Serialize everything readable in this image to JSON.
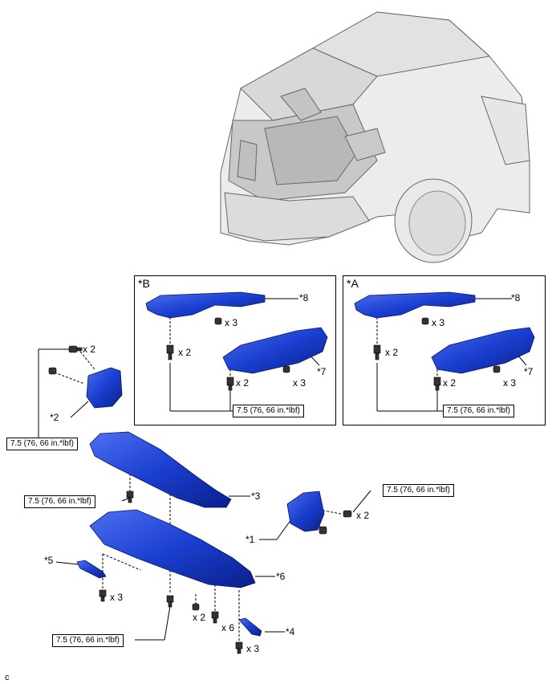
{
  "labels": {
    "p1": "*1",
    "p2": "*2",
    "p3": "*3",
    "p4": "*4",
    "p5": "*5",
    "p6": "*6",
    "p7": "*7",
    "p8": "*8"
  },
  "views": {
    "b": "*B",
    "a": "*A"
  },
  "torque": "7.5 (76, 66 in.*lbf)",
  "qty": {
    "x2": "x 2",
    "x3": "x 3",
    "x6": "x 6"
  },
  "footer": "c",
  "colors": {
    "part_fill": "#1a3fd0",
    "part_dark": "#0a1f8a",
    "part_light": "#5b7ff0",
    "line": "#000000",
    "car": "#cfcfcf"
  }
}
